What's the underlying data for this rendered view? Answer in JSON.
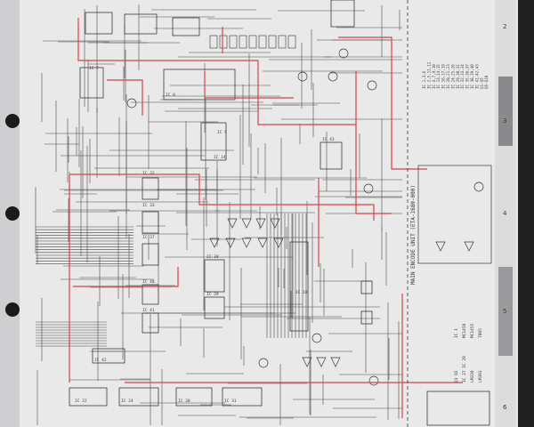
{
  "schematic": {
    "unit_label": "MAIN ENCODE UNIT (ETA-1680-000)",
    "column_numbers": [
      "2",
      "3",
      "4",
      "5",
      "6"
    ],
    "chip_labels": [
      "IC 7",
      "IC 8",
      "IC 9",
      "IC 14",
      "IC 18",
      "IC 22",
      "IC 24",
      "IC 30",
      "IC 31",
      "IC 32",
      "IC 33",
      "IC 37",
      "IC 38",
      "IC 39",
      "IC 40",
      "IC 41",
      "IC 42",
      "IC 43"
    ],
    "side_notes": [
      "IC 1",
      "MC1458",
      "MC1455",
      "7805",
      "Q1 Q2",
      "IC 27 IC 28",
      "LM339",
      "LM393"
    ],
    "side_table_rows": [
      "IC 1,3,6",
      "IC 2,5,11,12",
      "IC 4,7,9,10",
      "IC 13,14,15",
      "IC 16,17,19",
      "IC 20,21,23",
      "IC 24,25,26",
      "IC 29,30,31",
      "IC 32,33,34",
      "IC 35,36,37",
      "IC 38,39,40",
      "IC 41,42,43",
      "Q1-Q5",
      "Q6-Q10"
    ],
    "colors": {
      "paper": "#e9e9ea",
      "ink": "#3a3a3a",
      "signal": "#d8434a",
      "binder_edge": "#7a7a7a"
    }
  }
}
